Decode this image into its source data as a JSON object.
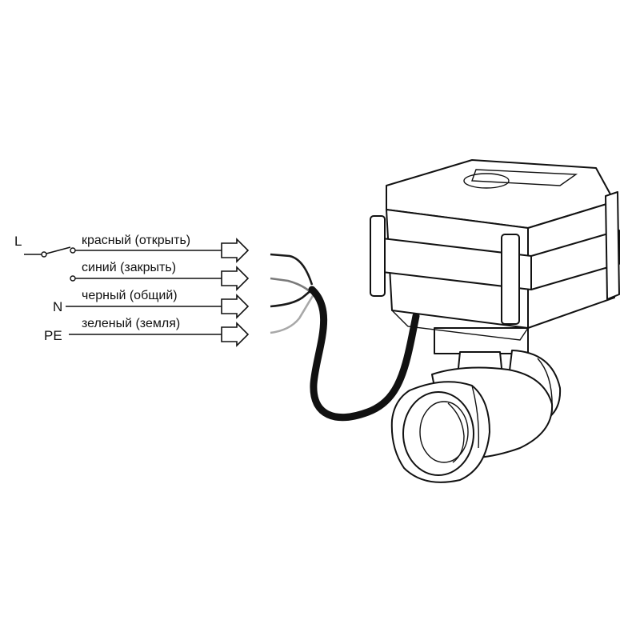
{
  "wiring": {
    "terminals": {
      "L": "L",
      "N": "N",
      "PE": "PE"
    },
    "wires": [
      {
        "label": "красный (открыть)",
        "color": "#1a1a1a"
      },
      {
        "label": "синий (закрыть)",
        "color": "#7a7a7a"
      },
      {
        "label": "черный (общий)",
        "color": "#1a1a1a"
      },
      {
        "label": "зеленый (земля)",
        "color": "#a8a8a8"
      }
    ]
  },
  "colors": {
    "line": "#111111",
    "cable": "#111111",
    "background": "#ffffff"
  }
}
